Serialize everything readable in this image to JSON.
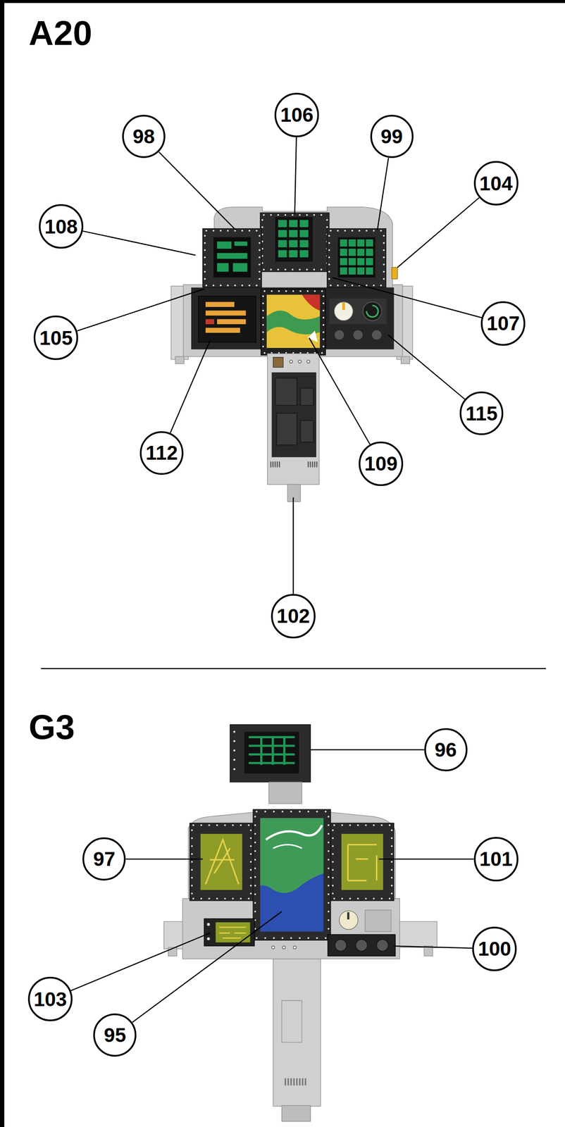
{
  "diagram": {
    "nodes": [
      {
        "text": [
          "A20"
        ]
      },
      {
        "text": [
          "98"
        ],
        "in": 0
      },
      {
        "text": [
          "106"
        ],
        "in": 0
      },
      {
        "text": [
          "99"
        ],
        "in": 0
      },
      {
        "text": [
          "104"
        ],
        "in": 0
      },
      {
        "text": [
          "108"
        ],
        "in": 0
      },
      {
        "text": [
          "105"
        ],
        "in": 0
      },
      {
        "text": [
          "107"
        ],
        "in": 0
      },
      {
        "text": [
          "112"
        ],
        "in": 0
      },
      {
        "text": [
          "109"
        ],
        "in": 0
      },
      {
        "text": [
          "115"
        ],
        "in": 0
      },
      {
        "text": [
          "102"
        ],
        "in": 0
      },
      {
        "text": [
          "G3"
        ]
      },
      {
        "text": [
          "96"
        ],
        "in": 12
      },
      {
        "text": [
          "97"
        ],
        "in": 12
      },
      {
        "text": [
          "101"
        ],
        "in": 12
      },
      {
        "text": [
          "100"
        ],
        "in": 12
      },
      {
        "text": [
          "103"
        ],
        "in": 12
      },
      {
        "text": [
          "95"
        ],
        "in": 12
      }
    ]
  }
}
